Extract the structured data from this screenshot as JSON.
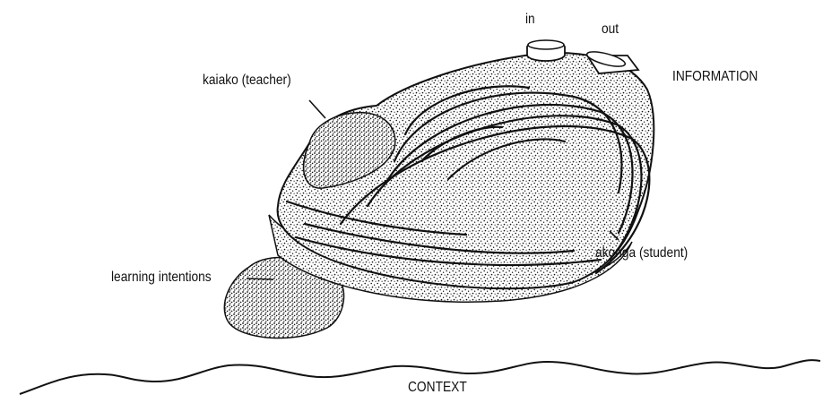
{
  "labels": {
    "in": "in",
    "out": "out",
    "information": "INFORMATION",
    "teacher": "kaiako (teacher)",
    "student": "akonga (student)",
    "learning": "learning intentions",
    "context": "CONTEXT"
  },
  "colors": {
    "ink": "#111111",
    "background": "#ffffff"
  }
}
